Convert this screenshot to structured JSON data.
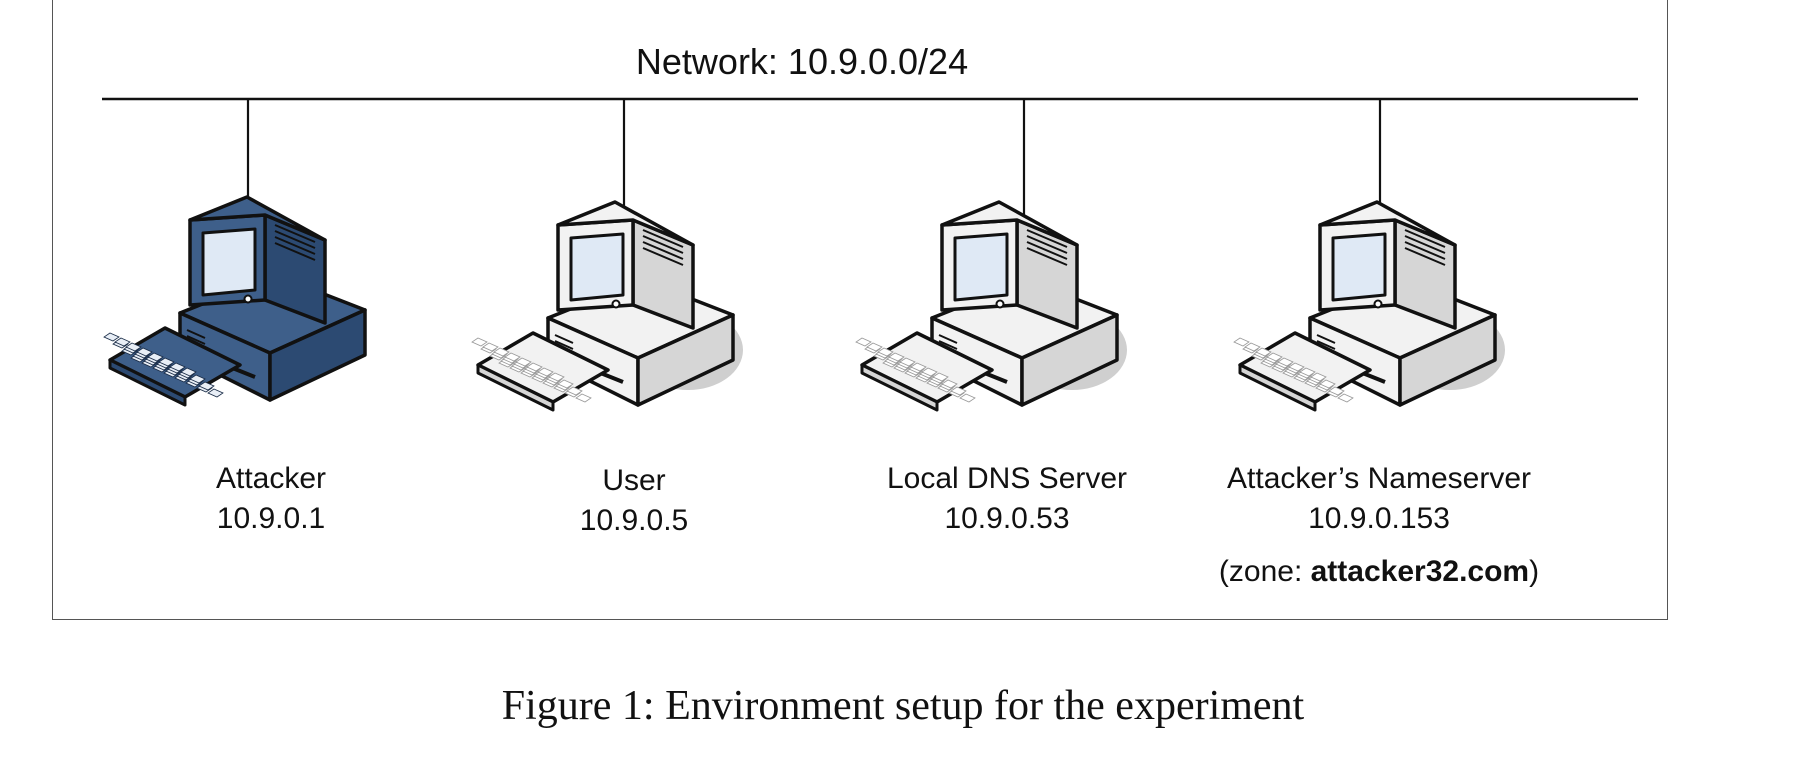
{
  "network": {
    "label": "Network: 10.9.0.0/24"
  },
  "nodes": [
    {
      "name": "Attacker",
      "ip": "10.9.0.1",
      "style": "dark"
    },
    {
      "name": "User",
      "ip": "10.9.0.5",
      "style": "light"
    },
    {
      "name": "Local DNS Server",
      "ip": "10.9.0.53",
      "style": "light"
    },
    {
      "name": "Attacker’s Nameserver",
      "ip": "10.9.0.153",
      "style": "light",
      "zone_prefix": "(zone: ",
      "zone_domain": "attacker32.com",
      "zone_suffix": ")"
    }
  ],
  "caption": "Figure 1: Environment setup for the experiment",
  "colors": {
    "dark_body": "#3e5f8a",
    "dark_side": "#2c4a72",
    "dark_key": "#e8eef6",
    "light_body": "#f2f2f2",
    "light_side": "#d6d6d6",
    "screen": "#dfe9f5",
    "shadow": "#cfcfcf",
    "stroke": "#111111"
  },
  "icons": [
    "desktop-computer-icon"
  ]
}
